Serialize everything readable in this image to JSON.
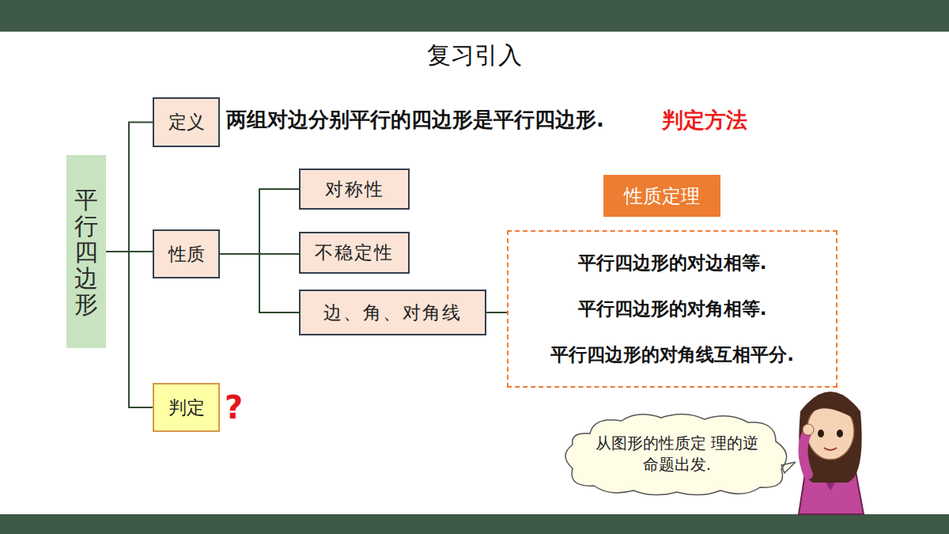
{
  "diagram": {
    "title": "复习引入",
    "nodes": [
      {
        "text": [
          "平行四边形"
        ]
      },
      {
        "text": [
          "定义"
        ]
      },
      {
        "text": [
          "性质"
        ]
      },
      {
        "text": [
          "判定"
        ]
      },
      {
        "text": [
          "对称性"
        ]
      },
      {
        "text": [
          "不稳定性"
        ]
      },
      {
        "text": [
          "边、角、对角线"
        ]
      },
      {
        "text": [
          "性质定理"
        ]
      },
      {
        "text": [
          "平行四边形的对边相等.",
          "平行四边形的对角相等.",
          "平行四边形的对角线互相平分."
        ]
      },
      {
        "text": [
          "从图形的性质定 理的逆命题出发."
        ]
      }
    ],
    "edges": [
      {
        "from": 0,
        "to": 1,
        "arrow": "none"
      },
      {
        "from": 0,
        "to": 2,
        "arrow": "none"
      },
      {
        "from": 0,
        "to": 3,
        "arrow": "none"
      },
      {
        "from": 2,
        "to": 4,
        "arrow": "none"
      },
      {
        "from": 2,
        "to": 5,
        "arrow": "none"
      },
      {
        "from": 2,
        "to": 6,
        "arrow": "none"
      },
      {
        "from": 6,
        "to": 8,
        "arrow": "none"
      }
    ],
    "labels": [
      "两组对边分别平行的四边形是平行四边形.",
      "判定方法",
      "?"
    ]
  }
}
